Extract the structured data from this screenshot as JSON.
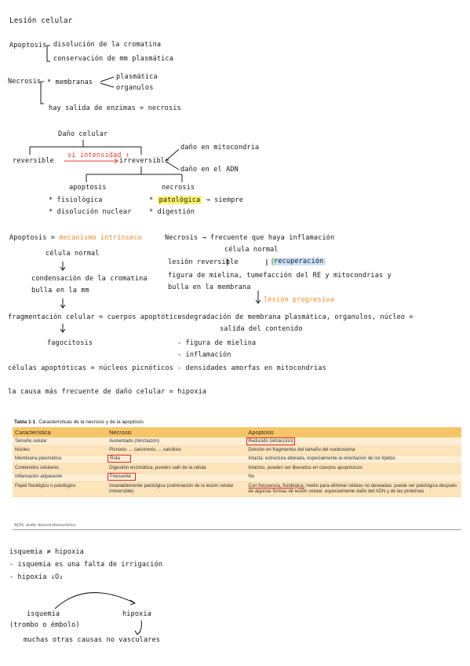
{
  "heading": "Lesión celular",
  "apoptosis_def": {
    "label": "Apoptosis",
    "l1": "disolución de la cromatina",
    "l2": "conservación de mm plasmática"
  },
  "necrosis_def": {
    "label": "Necrosis",
    "memb": "* membranas",
    "b1": "plasmática",
    "b2": "organulos",
    "l2": "hay salida de enzimas = necrosis"
  },
  "tree": {
    "root": "Daño celular",
    "left": "reversible",
    "arrow": "si intensidad ↑",
    "mid": "irreversible",
    "r1": "daño en mitocondria",
    "r2": "daño en el ADN",
    "apo": "apoptosis",
    "apo1": "* fisiológica",
    "apo2": "* disolución nuclear",
    "nec": "necrosis",
    "nec1a": "* ",
    "nec1b": "patológica",
    "nec1c": " → siempre",
    "nec2": "* digestión"
  },
  "apo_flow": {
    "title": "Apoptosis =",
    "title_hl": "mecanismo intrínseco",
    "s1": "célula normal",
    "s2": "condensación de la cromatina",
    "s2b": "bulla en la mm",
    "s3": "fragmentación celular = cuerpos apoptóticos",
    "s4": "fagocitosis",
    "s5": "células apoptóticas = núcleos picnóticos"
  },
  "nec_flow": {
    "title": "Necrosis → frecuente que haya inflamación",
    "s1": "célula normal",
    "lesion": "lesión reversible",
    "recup": "recuperación",
    "s2": "figura de mielina, tumefacción del RE y mitocondrias y",
    "s2b": "bulla en la membrana",
    "prog": "lesión progresiva",
    "p1": "- degradación de membrana plasmática, organulos, núcleo =",
    "p1b": "salida del contenido",
    "p2": "- figura de mielina",
    "p3": "- inflamación",
    "p4": "- densidades amorfas en mitocondrias"
  },
  "cause": "la causa más frecuente de daño celular = hipoxia",
  "table": {
    "title_num": "Tabla 1-1",
    "title": "Características de la necrosis y de la apoptosis",
    "headers": [
      "Característica",
      "Necrosis",
      "Apoptosis"
    ],
    "rows": [
      [
        "Tamaño celular",
        "Aumentado (hinchazón)",
        "Reducido (retracción)"
      ],
      [
        "Núcleo",
        "Picnosis → cariorrexis → cariólisis",
        "División en fragmentos del tamaño del nucleosoma"
      ],
      [
        "Membrana plasmática",
        "Rota",
        "Intacta; estructura alterada, especialmente la orientación de los lípidos"
      ],
      [
        "Contenidos celulares",
        "Digestión enzimática; pueden salir de la célula",
        "Intactos; pueden ser liberados en cuerpos apoptósicos"
      ],
      [
        "Inflamación adyacente",
        "Frecuente",
        "No"
      ],
      [
        "Papel fisiológico o patológico",
        "Invariablemente patológica (culminación de la lesión celular irreversible)",
        "Con frecuencia, fisiológica;",
        " medio para eliminar células no deseadas; puede ser patológica después de algunas formas de lesión celular, especialmente daño del ADN y de las proteínas"
      ]
    ],
    "footnote": "ADN, ácido desoxirribonucleico."
  },
  "isq": {
    "l1": "isquemia ≠ hipoxia",
    "l2": "- isquemia es una falta de irrigación",
    "l3": "- hipoxia ↓O₂",
    "a": "isquemia",
    "a2": "(trombo o émbolo)",
    "b": "hipoxia",
    "c": "muchas otras causas no vasculares"
  }
}
